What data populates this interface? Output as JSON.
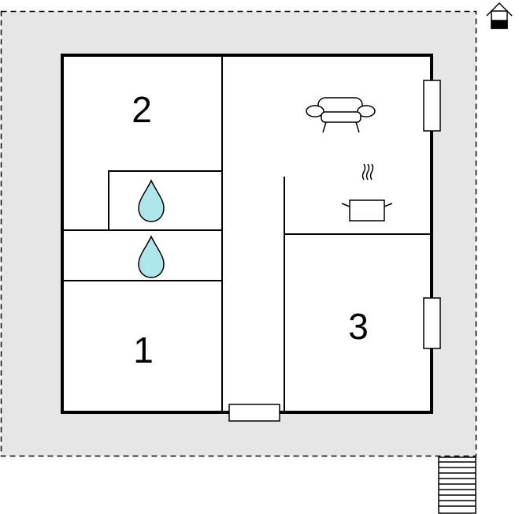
{
  "colors": {
    "background": "#ffffff",
    "plot_fill": "#e6e6e6",
    "line": "#000000",
    "water_drop": "#aee7eb"
  },
  "icons": {
    "orientation": "house-icon",
    "living": "sofa-icon",
    "kitchen": "cooking-pot-icon",
    "bathroom": "water-drop-icon",
    "entrance": "stairs-icon"
  },
  "rooms": {
    "bedroom_1": {
      "number": "1"
    },
    "bedroom_2": {
      "number": "2"
    },
    "bedroom_3": {
      "number": "3"
    }
  }
}
